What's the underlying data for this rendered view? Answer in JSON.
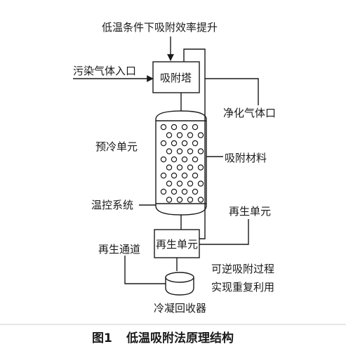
{
  "labels": {
    "top_note": "低温条件下吸附效率提升",
    "gas_inlet": "污染气体入口",
    "adsorption_tower": "吸附塔",
    "purified_outlet": "净化气体口",
    "precooling_unit": "预冷单元",
    "adsorbent_material": "吸附材料",
    "temp_control": "温控系统",
    "regen_unit_right": "再生单元",
    "regen_channel": "再生通道",
    "regen_unit_box": "再生单元",
    "reversible_line1": "可逆吸附过程",
    "reversible_line2": "实现重复利用",
    "condenser": "冷凝回收器"
  },
  "caption": {
    "figure_number": "图1",
    "title": "低温吸附法原理结构"
  },
  "colors": {
    "line": "#1a1a1a",
    "background": "#ffffff"
  }
}
